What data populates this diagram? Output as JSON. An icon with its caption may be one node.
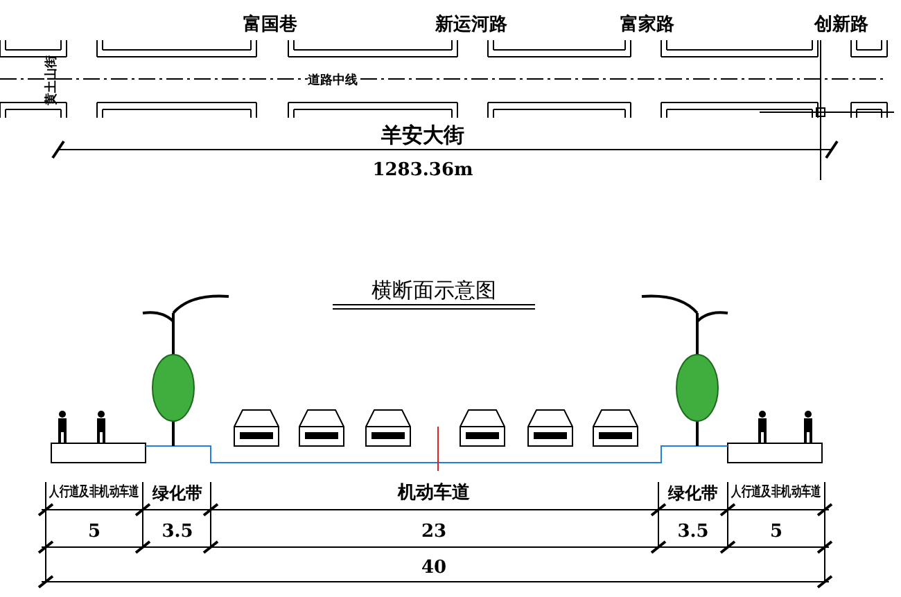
{
  "diagram": {
    "title": "横断面示意图",
    "labels": [
      "富国巷",
      "新运河路",
      "富家路",
      "创新路",
      "黄土山街",
      "道路中线",
      "羊安大街",
      "1283.36m",
      "人行道及非机动车道",
      "绿化带",
      "机动车道",
      "绿化带",
      "人行道及非机动车道",
      "5",
      "3.5",
      "23",
      "3.5",
      "5",
      "40"
    ]
  }
}
